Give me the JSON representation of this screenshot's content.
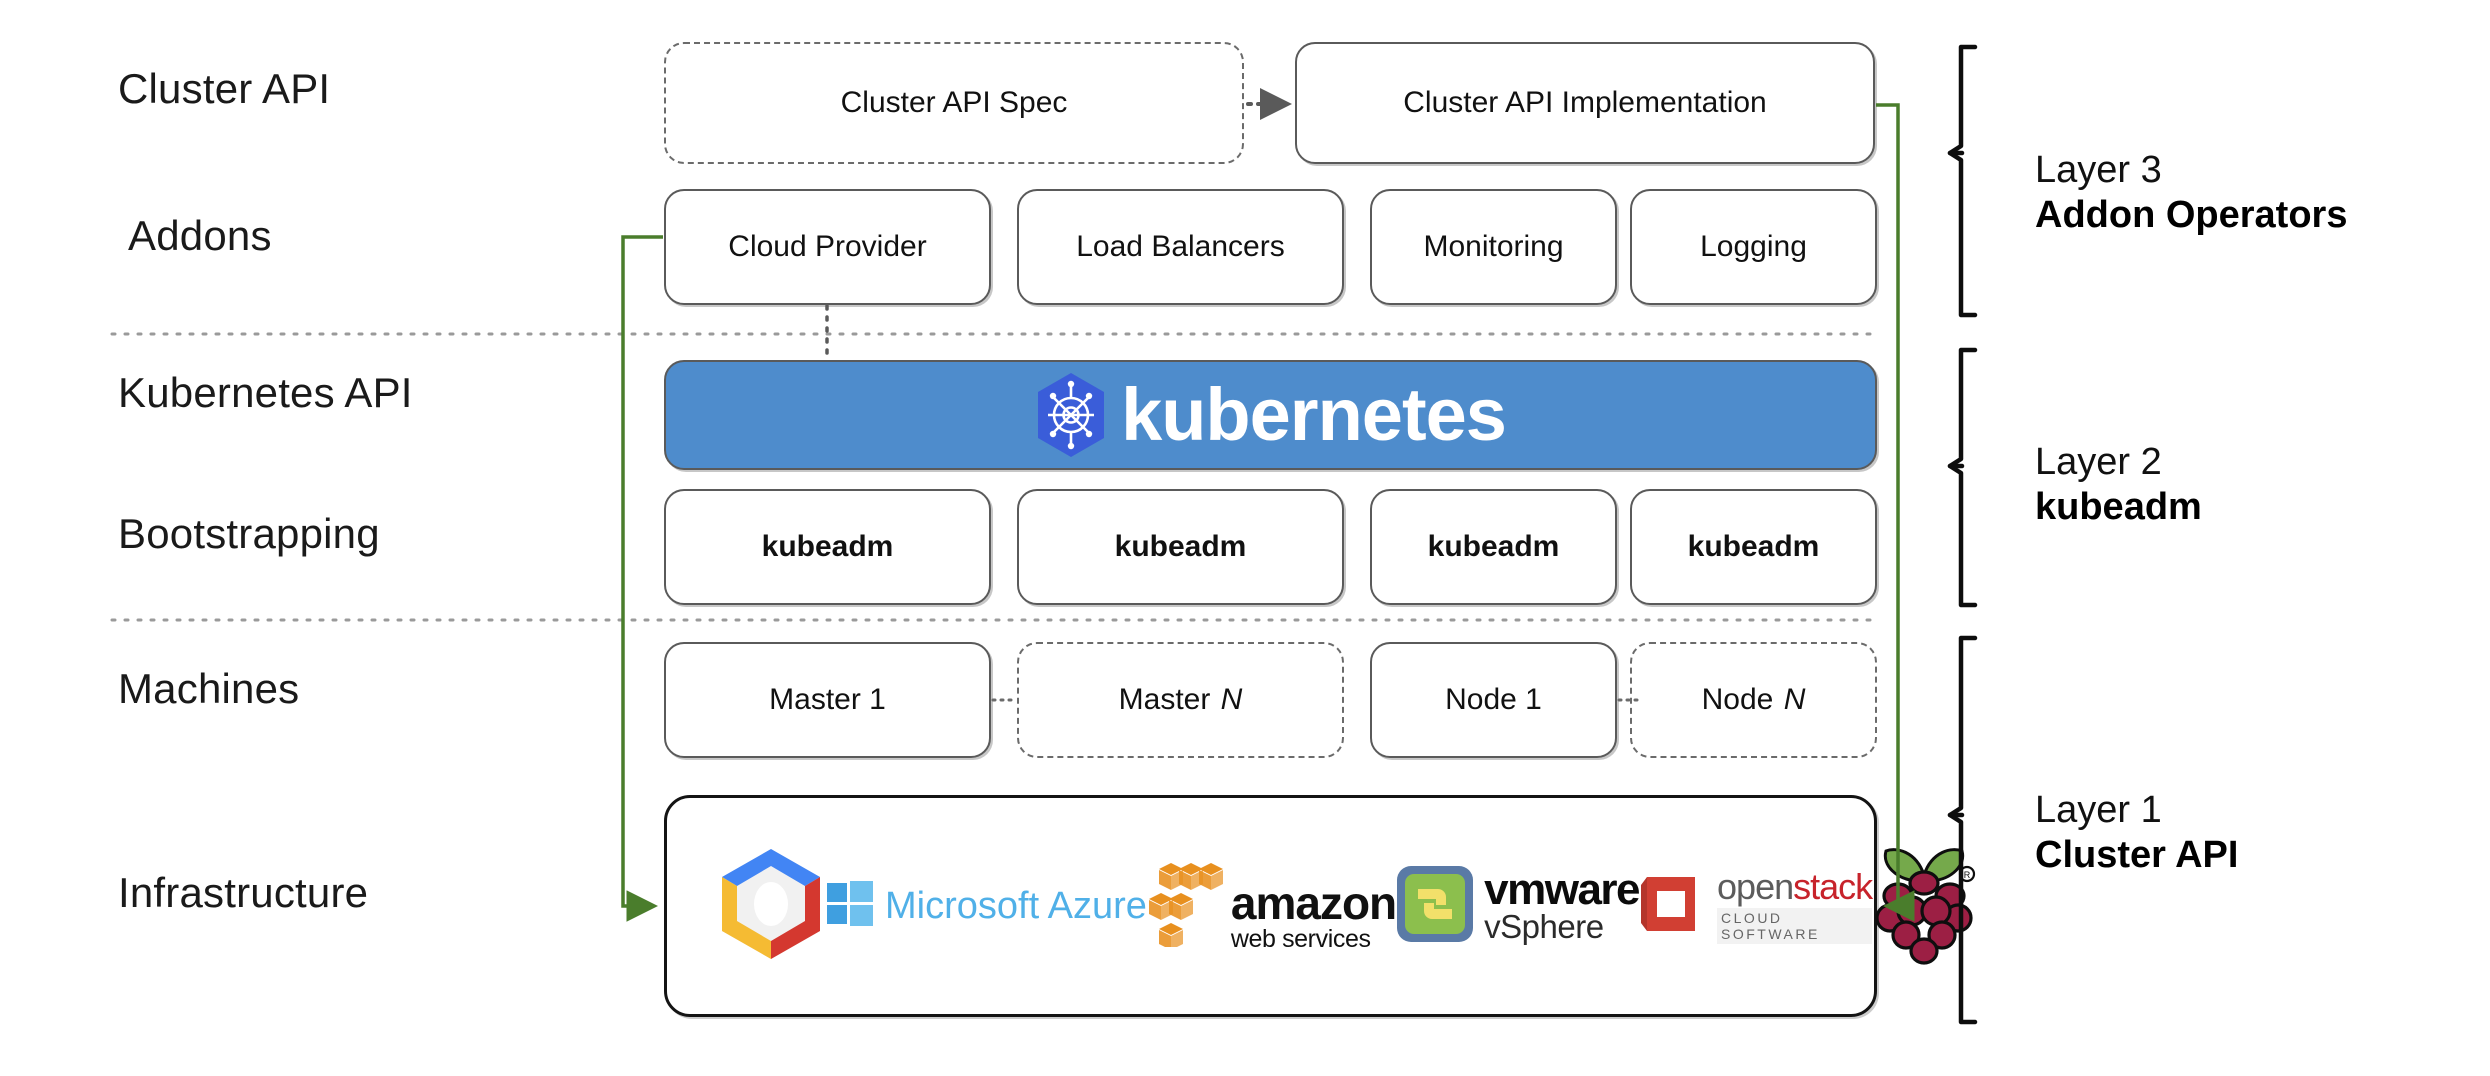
{
  "diagram": {
    "title": "Kubernetes Cluster API Layered Architecture",
    "accent_green": "#4a7d2c",
    "k8s_blue": "#4e8ccc",
    "row_labels": [
      {
        "id": "cluster-api",
        "text": "Cluster API"
      },
      {
        "id": "addons",
        "text": "Addons"
      },
      {
        "id": "kubernetes-api",
        "text": "Kubernetes API"
      },
      {
        "id": "bootstrapping",
        "text": "Bootstrapping"
      },
      {
        "id": "machines",
        "text": "Machines"
      },
      {
        "id": "infrastructure",
        "text": "Infrastructure"
      }
    ],
    "cluster_api_row": [
      {
        "id": "cluster-api-spec",
        "text": "Cluster API Spec",
        "style": "dashed"
      },
      {
        "id": "cluster-api-implementation",
        "text": "Cluster API Implementation",
        "style": "solid"
      }
    ],
    "addons_row": [
      {
        "id": "cloud-provider",
        "text": "Cloud Provider",
        "style": "solid"
      },
      {
        "id": "load-balancers",
        "text": "Load Balancers",
        "style": "solid"
      },
      {
        "id": "monitoring",
        "text": "Monitoring",
        "style": "solid"
      },
      {
        "id": "logging",
        "text": "Logging",
        "style": "solid"
      }
    ],
    "kubernetes_banner": {
      "text": "kubernetes",
      "logo": "kubernetes-helm-wheel-icon",
      "background": "#4e8ccc",
      "text_color": "#ffffff"
    },
    "bootstrapping_row": [
      {
        "id": "kubeadm-1",
        "text": "kubeadm",
        "style": "solid",
        "bold": true
      },
      {
        "id": "kubeadm-2",
        "text": "kubeadm",
        "style": "solid",
        "bold": true
      },
      {
        "id": "kubeadm-3",
        "text": "kubeadm",
        "style": "solid",
        "bold": true
      },
      {
        "id": "kubeadm-4",
        "text": "kubeadm",
        "style": "solid",
        "bold": true
      }
    ],
    "machines_row": [
      {
        "id": "master-1",
        "text": "Master 1",
        "style": "solid"
      },
      {
        "id": "master-n",
        "text": "Master N",
        "style": "dashed"
      },
      {
        "id": "node-1",
        "text": "Node 1",
        "style": "solid"
      },
      {
        "id": "node-n",
        "text": "Node N",
        "style": "dashed"
      }
    ],
    "infrastructure_logos": [
      {
        "id": "google-cloud-platform",
        "name": "google-cloud-logo",
        "label": ""
      },
      {
        "id": "microsoft-azure",
        "name": "microsoft-azure-logo",
        "label": "Microsoft Azure"
      },
      {
        "id": "amazon-web-services",
        "name": "aws-logo",
        "label": "amazon",
        "sublabel": "web services"
      },
      {
        "id": "vmware-vsphere",
        "name": "vmware-vsphere-logo",
        "label": "vmware",
        "sublabel": "vSphere"
      },
      {
        "id": "openstack",
        "name": "openstack-logo",
        "label_open": "open",
        "label_stack": "stack",
        "sublabel": "CLOUD SOFTWARE"
      },
      {
        "id": "raspberry-pi",
        "name": "raspberry-pi-logo",
        "label": ""
      }
    ],
    "layers": [
      {
        "id": "layer-3",
        "line1": "Layer 3",
        "line2": "Addon Operators"
      },
      {
        "id": "layer-2",
        "line1": "Layer 2",
        "line2": "kubeadm"
      },
      {
        "id": "layer-1",
        "line1": "Layer 1",
        "line2": "Cluster API"
      }
    ],
    "connectors": [
      {
        "id": "spec-to-implementation",
        "type": "dotted-arrow",
        "from": "cluster-api-spec",
        "to": "cluster-api-implementation"
      },
      {
        "id": "cloud-provider-to-kubernetes",
        "type": "dotted-line",
        "from": "cloud-provider",
        "to": "kubernetes-banner"
      },
      {
        "id": "cloud-provider-to-infrastructure",
        "type": "green-arrow",
        "from": "cloud-provider",
        "to": "infrastructure"
      },
      {
        "id": "implementation-to-infrastructure",
        "type": "green-arrow",
        "from": "cluster-api-implementation",
        "to": "infrastructure"
      }
    ]
  }
}
